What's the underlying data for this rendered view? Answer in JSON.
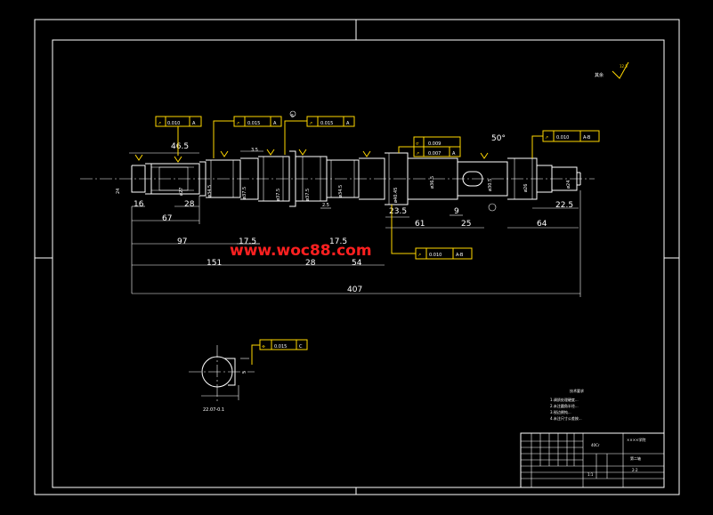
{
  "title_mark": "其余",
  "roughness_main": "12.5",
  "watermark": "www.woc88.com",
  "tolerance_frames": [
    {
      "symbol": "↗",
      "value": "0.010",
      "datum": "A"
    },
    {
      "symbol": "↗",
      "value": "0.015",
      "datum": "A"
    },
    {
      "symbol": "↗",
      "value": "0.015",
      "datum": "A"
    },
    {
      "symbol": "⌭",
      "value": "0.009",
      "datum": ""
    },
    {
      "symbol": "↗",
      "value": "0.007",
      "datum": "A"
    },
    {
      "symbol": "↗",
      "value": "0.010",
      "datum": "A-B"
    },
    {
      "symbol": "↗",
      "value": "0.010",
      "datum": "A-B"
    },
    {
      "symbol": "⌯",
      "value": "0.015",
      "datum": "C"
    }
  ],
  "dimensions": {
    "d46_5": "46.5",
    "d16": "16",
    "d28a": "28",
    "d67": "67",
    "d97": "97",
    "d17_5a": "17.5",
    "d17_5b": "17.5",
    "d151": "151",
    "d28b": "28",
    "d54": "54",
    "d407": "407",
    "d23_5": "23.5",
    "d61": "61",
    "d9": "9",
    "d25": "25",
    "d64": "64",
    "d22_5": "22.5",
    "d3_5": "3.5",
    "d2_5": "2.5",
    "d50deg": "50°",
    "d5": "5"
  },
  "diameters": {
    "left_end": "24",
    "phi27": "ø27",
    "phi34_5": "ø34.5",
    "phi37_5a": "ø37.5",
    "phi37_5b": "ø37.5",
    "phi37_5c": "ø37.5",
    "phi34_5b": "ø34.5",
    "phi40_45": "ø40.45",
    "phi36_5": "ø36.5",
    "phi30_5": "ø30.5",
    "phi26": "ø26",
    "phi24": "ø24"
  },
  "section": {
    "dim": "22.07-0.1",
    "dim2": "5"
  },
  "tech_requirements": {
    "title": "技术要求",
    "lines": [
      "1.调质处理硬度...",
      "2.未注圆角半径...",
      "3.锐边倒钝...",
      "4.未注尺寸公差按..."
    ]
  },
  "title_block": {
    "part_code": "40Cr",
    "university": "××××学院",
    "part_name": "第二轴",
    "drawing_no": "2-2",
    "scale_row": "1:1"
  }
}
